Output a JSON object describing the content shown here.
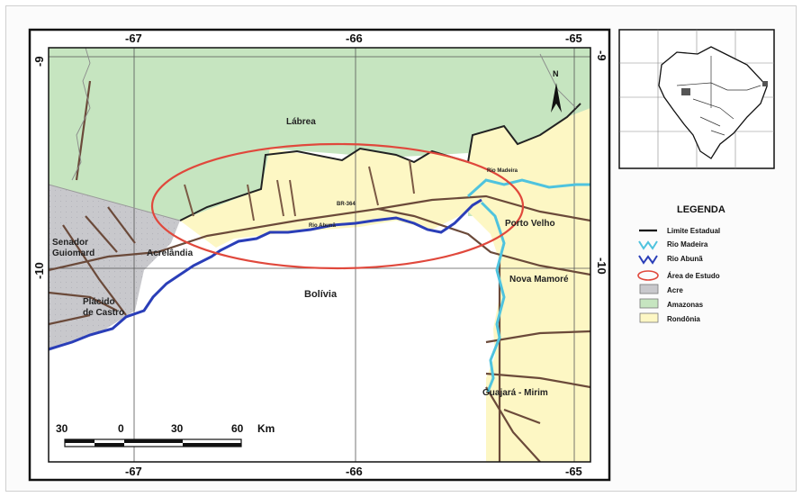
{
  "map": {
    "grid_labels": {
      "top": [
        "-67",
        "-66",
        "-65"
      ],
      "bottom": [
        "-67",
        "-66",
        "-65"
      ],
      "left": [
        "-9",
        "-10"
      ],
      "right": [
        "-9",
        "-10"
      ]
    },
    "places": {
      "labrea": "Lábrea",
      "senador": "Senador",
      "guiomard": "Guiomard",
      "acrelandia": "Acrelândia",
      "placido": "Plácido",
      "de_castro": "de Castro",
      "bolivia": "Bolívia",
      "porto_velho": "Porto Velho",
      "nova_mamore": "Nova Mamoré",
      "guajara_mirim": "Guajará - Mirim",
      "rio_madeira": "Rio Madeira",
      "rio_abuna": "Rio Abunã",
      "br_364": "BR-364"
    },
    "north_label": "N",
    "scale_labels": [
      "30",
      "0",
      "30",
      "60",
      "Km"
    ]
  },
  "legend": {
    "title": "LEGENDA",
    "items": [
      {
        "label": "Limite Estadual",
        "color": "#111111"
      },
      {
        "label": "Rio Madeira",
        "color": "#4fc3de"
      },
      {
        "label": "Rio Abunã",
        "color": "#2a3eb8"
      },
      {
        "label": "Área de Estudo",
        "color": "#e0483c"
      },
      {
        "label": "Acre",
        "color": "#c8c8cc"
      },
      {
        "label": "Amazonas",
        "color": "#c6e5c0"
      },
      {
        "label": "Rondônia",
        "color": "#fdf7c4"
      }
    ]
  }
}
